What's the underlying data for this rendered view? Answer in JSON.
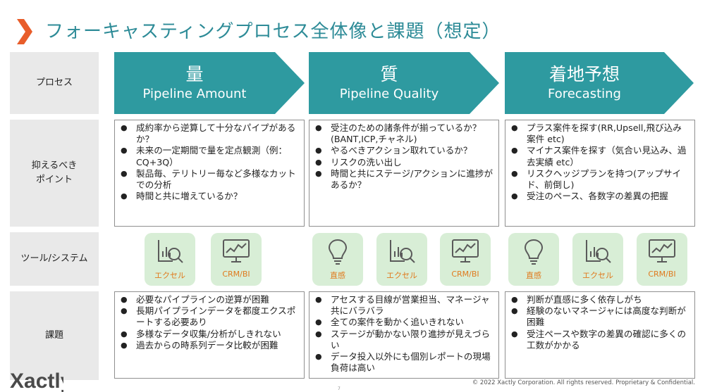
{
  "title": "フォーキャスティングプロセス全体像と課題（想定）",
  "colors": {
    "accent": "#2d8b97",
    "orange": "#e85d2a",
    "arrow": "#2e9aa0",
    "tool_bg": "#d8eed6",
    "tool_label": "#e07a1e",
    "icon_stroke": "#5a5a5a"
  },
  "rows": {
    "process": "プロセス",
    "points": "抑えるべき\nポイント",
    "tools": "ツール/システム",
    "issues": "課題"
  },
  "stages": [
    {
      "kanji": "量",
      "english": "Pipeline Amount"
    },
    {
      "kanji": "質",
      "english": "Pipeline Quality"
    },
    {
      "kanji": "着地予想",
      "english": "Forecasting"
    }
  ],
  "points": [
    [
      "成約率から逆算して十分なパイプがあるか？",
      "未来の一定期間で量を定点観測（例：CQ+3Q）",
      "製品毎、テリトリー毎など多様なカットでの分析",
      "時間と共に増えているか？"
    ],
    [
      "受注のための諸条件が揃っているか？(BANT,ICP,チャネル)",
      "やるべきアクション取れているか？",
      "リスクの洗い出し",
      "時間と共にステージ/アクションに進捗があるか？"
    ],
    [
      "プラス案件を探す(RR,Upsell,飛び込み案件 etc)",
      "マイナス案件を探す（気合い見込み、過去実績 etc）",
      "リスクヘッジプランを持つ(アップサイド、前倒し)",
      "受注のペース、各数字の差異の把握"
    ]
  ],
  "tools": [
    [
      {
        "label": "エクセル",
        "icon": "chart-magnifier-icon"
      },
      {
        "label": "CRM/BI",
        "icon": "monitor-chart-icon"
      }
    ],
    [
      {
        "label": "直感",
        "icon": "lightbulb-icon"
      },
      {
        "label": "エクセル",
        "icon": "chart-magnifier-icon"
      },
      {
        "label": "CRM/BI",
        "icon": "monitor-chart-icon"
      }
    ],
    [
      {
        "label": "直感",
        "icon": "lightbulb-icon"
      },
      {
        "label": "エクセル",
        "icon": "chart-magnifier-icon"
      },
      {
        "label": "CRM/BI",
        "icon": "monitor-chart-icon"
      }
    ]
  ],
  "issues": [
    [
      "必要なパイプラインの逆算が困難",
      "長期パイプラインデータを都度エクスポートする必要あり",
      "多様なデータ収集/分析がしきれない",
      "過去からの時系列データ比較が困難"
    ],
    [
      "アセスする目線が営業担当、マネージャ共にバラバラ",
      "全ての案件を動かく追いきれない",
      "ステージが動かない限り進捗が見えづらい",
      "データ投入以外にも個別レポートの現場負荷は高い"
    ],
    [
      "判断が直感に多く依存しがち",
      "経験のないマネージャには高度な判断が困難",
      "受注ペースや数字の差異の確認に多くの工数がかかる"
    ]
  ],
  "footer": {
    "logo": "Xactly",
    "copyright": "© 2022 Xactly Corporation. All rights reserved. Proprietary & Confidential.",
    "page": "7"
  }
}
